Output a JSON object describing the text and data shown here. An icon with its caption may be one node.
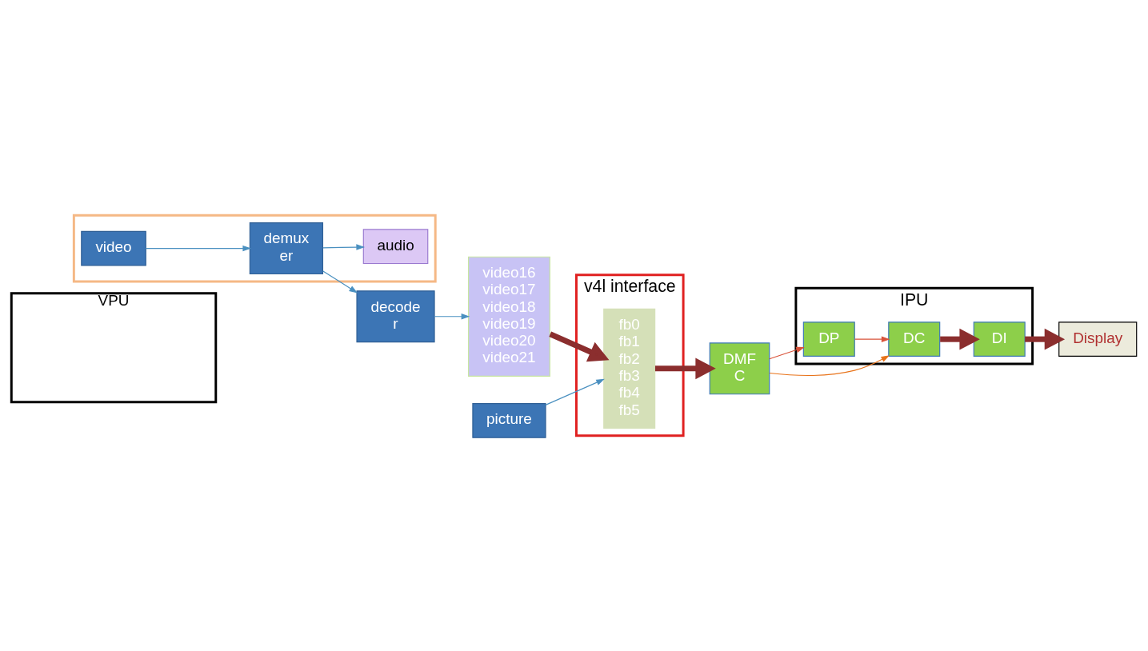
{
  "diagram": {
    "nodes": [
      {
        "text": [
          "VPU"
        ]
      },
      {
        "text": [],
        "shape": "box"
      },
      {
        "text": [
          "video"
        ],
        "in": 1
      },
      {
        "text": [
          "v4l interface"
        ]
      },
      {
        "text": [
          "IPU"
        ]
      },
      {
        "text": [
          "demux er"
        ],
        "in": 1
      },
      {
        "text": [
          "decode r"
        ]
      },
      {
        "text": [
          "video16 video17 video18 video19 video20 video21"
        ]
      },
      {
        "text": [
          "fb0 fb1 fb2 fb3 fb4 fb5"
        ],
        "in": 3
      },
      {
        "text": [
          "DMF C"
        ]
      },
      {
        "text": [
          "DP"
        ],
        "in": 4
      },
      {
        "text": [
          "DC"
        ],
        "in": 4
      },
      {
        "text": [
          "DI"
        ],
        "in": 4
      },
      {
        "text": [
          "Display"
        ]
      },
      {
        "text": [
          "audio"
        ],
        "in": 1
      },
      {
        "text": [
          "picture"
        ]
      }
    ],
    "edges": [
      {
        "from": 2,
        "to": 5,
        "arrow": "to"
      },
      {
        "from": 5,
        "to": 6,
        "arrow": "to"
      },
      {
        "from": 5,
        "to": 14,
        "arrow": "to"
      },
      {
        "from": 6,
        "to": 7,
        "arrow": "to"
      },
      {
        "from": 7,
        "to": 8,
        "arrow": "to",
        "style": "thick",
        "color": "#8b2e2e"
      },
      {
        "from": 8,
        "to": 9,
        "arrow": "to",
        "style": "thick",
        "color": "#8b2e2e"
      },
      {
        "from": 9,
        "to": 11,
        "arrow": "to",
        "color": "#e8731a"
      },
      {
        "from": 9,
        "to": 10,
        "arrow": "to",
        "color": "#d9533a"
      },
      {
        "from": 10,
        "to": 11,
        "arrow": "to",
        "color": "#d9533a"
      },
      {
        "from": 11,
        "to": 12,
        "arrow": "to",
        "style": "thick",
        "color": "#8b2e2e"
      },
      {
        "from": 12,
        "to": 13,
        "arrow": "to",
        "style": "thick",
        "color": "#8b2e2e"
      },
      {
        "from": 15,
        "to": 8,
        "arrow": "to"
      }
    ]
  }
}
